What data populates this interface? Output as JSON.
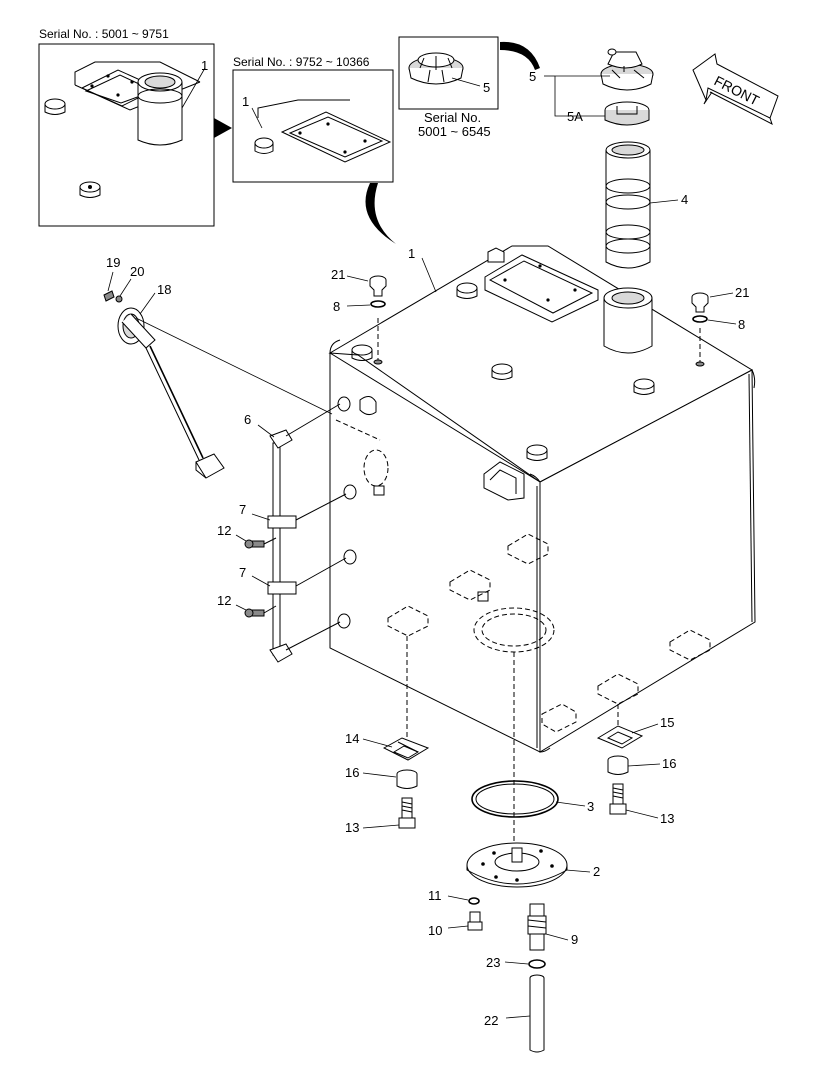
{
  "insets": {
    "serial_a": "Serial No. : 5001 ~ 9751",
    "serial_b": "Serial No. : 9752 ~ 10366",
    "serial_c_line1": "Serial No.",
    "serial_c_line2": "5001 ~ 6545"
  },
  "front_label": "FRONT",
  "callouts": {
    "c1a": "1",
    "c1b": "1",
    "c1main": "1",
    "c2": "2",
    "c3": "3",
    "c4": "4",
    "c5inset": "5",
    "c5": "5",
    "c5a": "5A",
    "c6": "6",
    "c7a": "7",
    "c7b": "7",
    "c8a": "8",
    "c8b": "8",
    "c9": "9",
    "c10": "10",
    "c11": "11",
    "c12a": "12",
    "c12b": "12",
    "c13a": "13",
    "c13b": "13",
    "c14": "14",
    "c15": "15",
    "c16a": "16",
    "c16b": "16",
    "c18": "18",
    "c19": "19",
    "c20": "20",
    "c21a": "21",
    "c21b": "21",
    "c22": "22",
    "c23": "23"
  }
}
